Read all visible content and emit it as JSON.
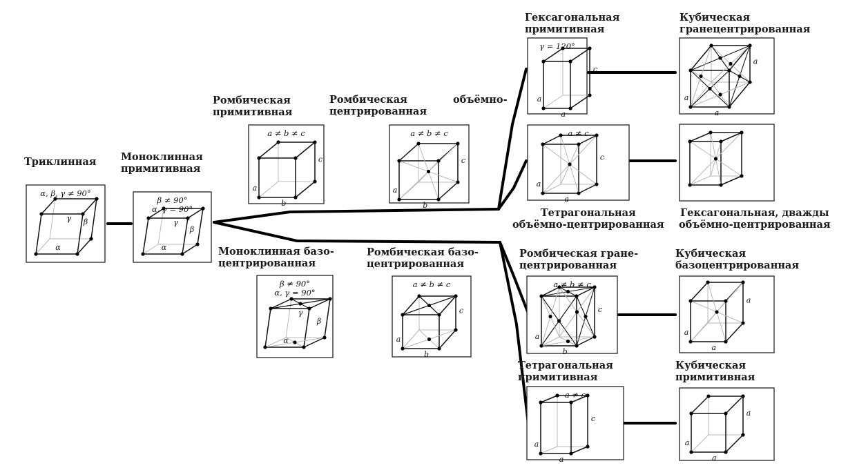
{
  "labels": {
    "triclinic": [
      "Триклинная"
    ],
    "mono_prim": [
      "Моноклинная",
      "примитивная"
    ],
    "mono_base": [
      "Моноклинная базо-",
      "центрированная"
    ],
    "ortho_prim": [
      "Ромбическая",
      "примитивная"
    ],
    "ortho_body_1": "Ромбическая",
    "ortho_body_2": "объёмно-",
    "ortho_body_3": "центрированная",
    "ortho_base": [
      "Ромбическая базо-",
      "центрированная"
    ],
    "hex_prim": [
      "Гексагональная",
      "примитивная"
    ],
    "tetra_body": [
      "Тетрагональная",
      "объёмно-центрированная"
    ],
    "ortho_face": [
      "Ромбическая гране-",
      "центрированная"
    ],
    "tetra_prim": [
      "Тетрагональная",
      "примитивная"
    ],
    "cubic_face": [
      "Кубическая",
      "гранецентрированная"
    ],
    "hex_double": [
      "Гексагональная, дважды",
      "объёмно-центрированная"
    ],
    "cubic_base": [
      "Кубическая",
      "базоцентрированная"
    ],
    "cubic_prim": [
      "Кубическая",
      "примитивная"
    ]
  },
  "annotations": {
    "triclinic": "α, β, γ ≠ 90°",
    "mono_prim": [
      "β ≠ 90°",
      "α, γ = 90°"
    ],
    "mono_base": [
      "β ≠ 90°",
      "α, γ = 90°"
    ],
    "ortho": "a ≠ b ≠ c",
    "tetra": "a ≠ c",
    "hex": "γ = 120°",
    "alpha": "α",
    "beta": "β",
    "gamma": "γ",
    "a": "a",
    "b": "b",
    "c": "c"
  }
}
